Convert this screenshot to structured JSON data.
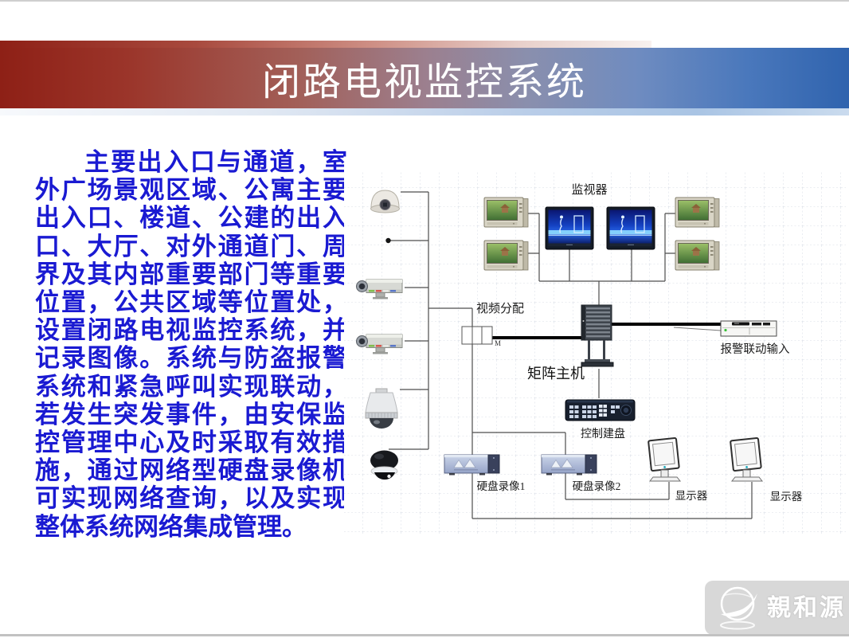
{
  "slide": {
    "title": "闭路电视监控系统",
    "body_paragraph": "主要出入口与通道，室外广场景观区域、公寓主要出入口、楼道、公建的出入口、大厅、对外通道门、周界及其内部重要部门等重要位置，公共区域等位置处，设置闭路电视监控系统，并记录图像。系统与防盗报警系统和紧急呼叫实现联动，若发生突发事件，由安保监控管理中心及时采取有效措施，通过网络型硬盘录像机可实现网络查询，以及实现整体系统网络集成管理。"
  },
  "diagram": {
    "labels": {
      "monitors": "监视器",
      "video_distribution": "视频分配",
      "matrix_host": "矩阵主机",
      "alarm_linkage_input": "报警联动输入",
      "control_keyboard": "控制建盘",
      "dvr_1": "硬盘录像1",
      "dvr_2": "硬盘录像2",
      "display_1": "显示器",
      "display_2": "显示器",
      "distributor_port": "M"
    }
  },
  "logo": {
    "brand_text": "親和源"
  },
  "colors": {
    "title_gradient_left": "#8e2016",
    "title_gradient_right": "#2f63ae",
    "body_text_blue": "#1a1ad2",
    "crt_screen_green": "#4a7a3a",
    "monitor_screen_blue": "#1e4fd0",
    "grid_line": "#ccd3de"
  }
}
